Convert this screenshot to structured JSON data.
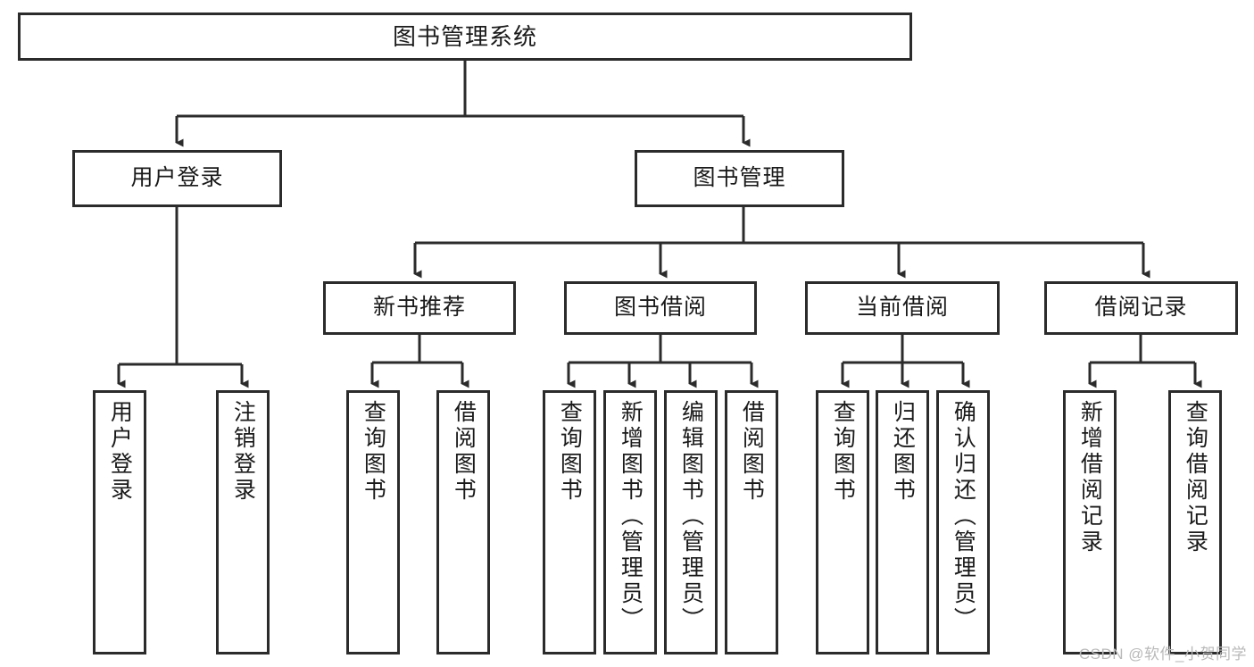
{
  "diagram": {
    "type": "tree-hierarchy",
    "title": "图书管理系统",
    "root": {
      "label": "图书管理系统"
    },
    "level2": [
      {
        "id": "user-login",
        "label": "用户登录"
      },
      {
        "id": "book-manage",
        "label": "图书管理"
      }
    ],
    "level3": [
      {
        "id": "new-book-recommend",
        "label": "新书推荐",
        "parent": "book-manage"
      },
      {
        "id": "book-borrow",
        "label": "图书借阅",
        "parent": "book-manage"
      },
      {
        "id": "current-borrow",
        "label": "当前借阅",
        "parent": "book-manage"
      },
      {
        "id": "borrow-record",
        "label": "借阅记录",
        "parent": "book-manage"
      }
    ],
    "leaves": [
      {
        "id": "leaf-user-login",
        "label": "用户登录",
        "parent": "user-login"
      },
      {
        "id": "leaf-logout-login",
        "label": "注销登录",
        "parent": "user-login"
      },
      {
        "id": "leaf-query-book-1",
        "label": "查询图书",
        "parent": "new-book-recommend"
      },
      {
        "id": "leaf-borrow-book-1",
        "label": "借阅图书",
        "parent": "new-book-recommend"
      },
      {
        "id": "leaf-query-book-2",
        "label": "查询图书",
        "parent": "book-borrow"
      },
      {
        "id": "leaf-add-book",
        "label": "新增图书（管理员）",
        "parent": "book-borrow"
      },
      {
        "id": "leaf-edit-book",
        "label": "编辑图书（管理员）",
        "parent": "book-borrow"
      },
      {
        "id": "leaf-borrow-book-2",
        "label": "借阅图书",
        "parent": "book-borrow"
      },
      {
        "id": "leaf-query-book-3",
        "label": "查询图书",
        "parent": "current-borrow"
      },
      {
        "id": "leaf-return-book",
        "label": "归还图书",
        "parent": "current-borrow"
      },
      {
        "id": "leaf-confirm-return",
        "label": "确认归还（管理员）",
        "parent": "current-borrow"
      },
      {
        "id": "leaf-add-record",
        "label": "新增借阅记录",
        "parent": "borrow-record"
      },
      {
        "id": "leaf-query-record",
        "label": "查询借阅记录",
        "parent": "borrow-record"
      }
    ]
  },
  "watermark": {
    "text": "CSDN @软件_小贺同学"
  },
  "colors": {
    "stroke": "#2b2b2b",
    "background": "#ffffff",
    "text": "#1a1a1a",
    "watermark": "#b9b9b9"
  }
}
